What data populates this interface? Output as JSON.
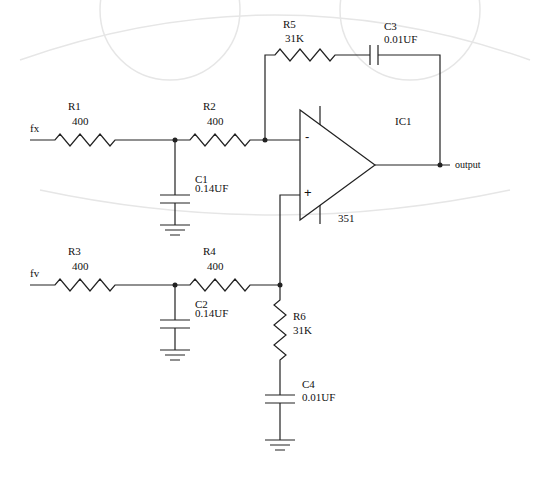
{
  "diagram": {
    "labels": [
      "R5",
      "31K",
      "C3",
      "0.01UF",
      "R1",
      "400",
      "R2",
      "400",
      "IC1",
      "fx",
      "-",
      "output",
      "C1",
      "0.14UF",
      "+",
      "351",
      "R3",
      "400",
      "R4",
      "400",
      "fv",
      "C2",
      "0.14UF",
      "R6",
      "31K",
      "C4",
      "0.01UF"
    ]
  }
}
